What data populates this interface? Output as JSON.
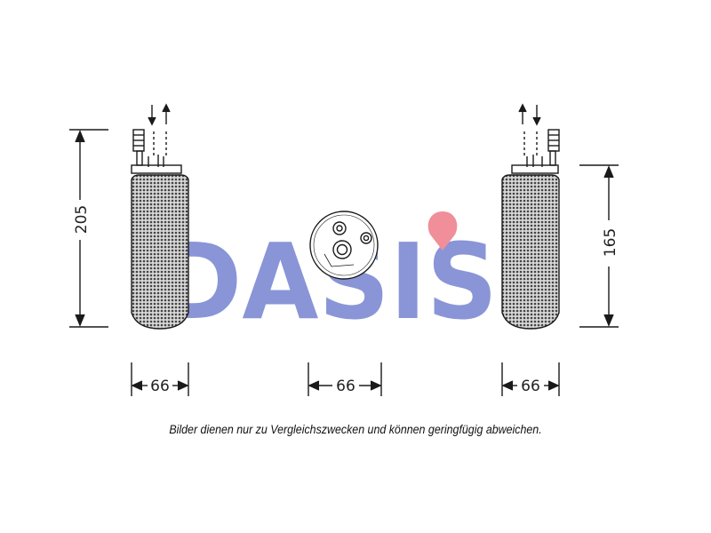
{
  "watermark": {
    "text": "DASIS",
    "color_blue": "#2a3fb5",
    "color_red": "#e53347"
  },
  "dimensions": {
    "left_height": "205",
    "right_height": "165",
    "width_left": "66",
    "width_center": "66",
    "width_right": "66"
  },
  "caption": "Bilder dienen nur zu Vergleichszwecken und können geringfügig abweichen.",
  "colors": {
    "line": "#1a1a1a",
    "body_fill": "#8c8c8c"
  }
}
